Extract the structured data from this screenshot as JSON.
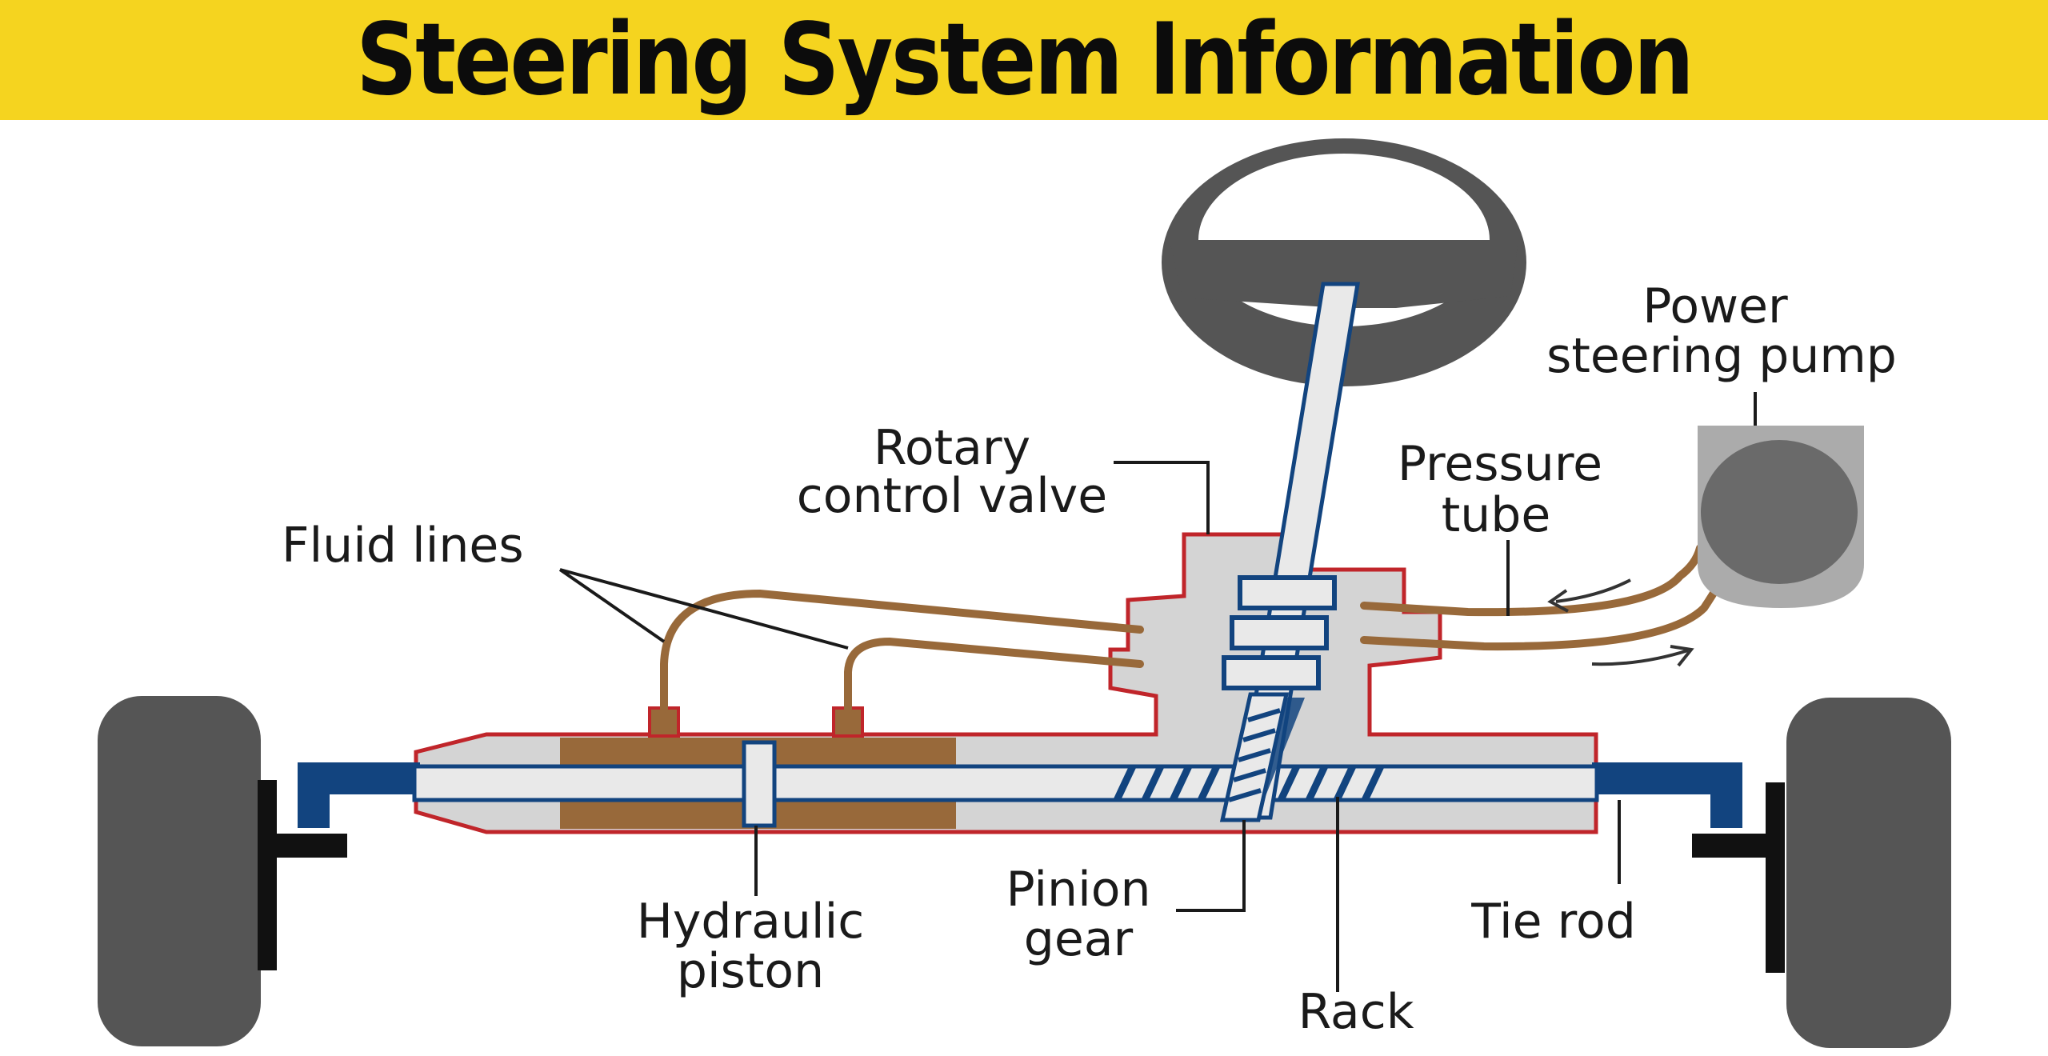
{
  "title": "Steering System Information",
  "colors": {
    "banner": "#f5d41f",
    "housing_fill": "#d4d4d4",
    "housing_outline": "#c0252a",
    "fluid": "#98693a",
    "rod": "#12447f",
    "wheel": "#555555"
  },
  "labels": {
    "power_steering_pump_line1": "Power",
    "power_steering_pump_line2": "steering pump",
    "rotary_control_valve_line1": "Rotary",
    "rotary_control_valve_line2": "control valve",
    "pressure_tube_line1": "Pressure",
    "pressure_tube_line2": "tube",
    "fluid_lines": "Fluid lines",
    "hydraulic_piston_line1": "Hydraulic",
    "hydraulic_piston_line2": "piston",
    "pinion_gear_line1": "Pinion",
    "pinion_gear_line2": "gear",
    "rack": "Rack",
    "tie_rod": "Tie rod"
  }
}
